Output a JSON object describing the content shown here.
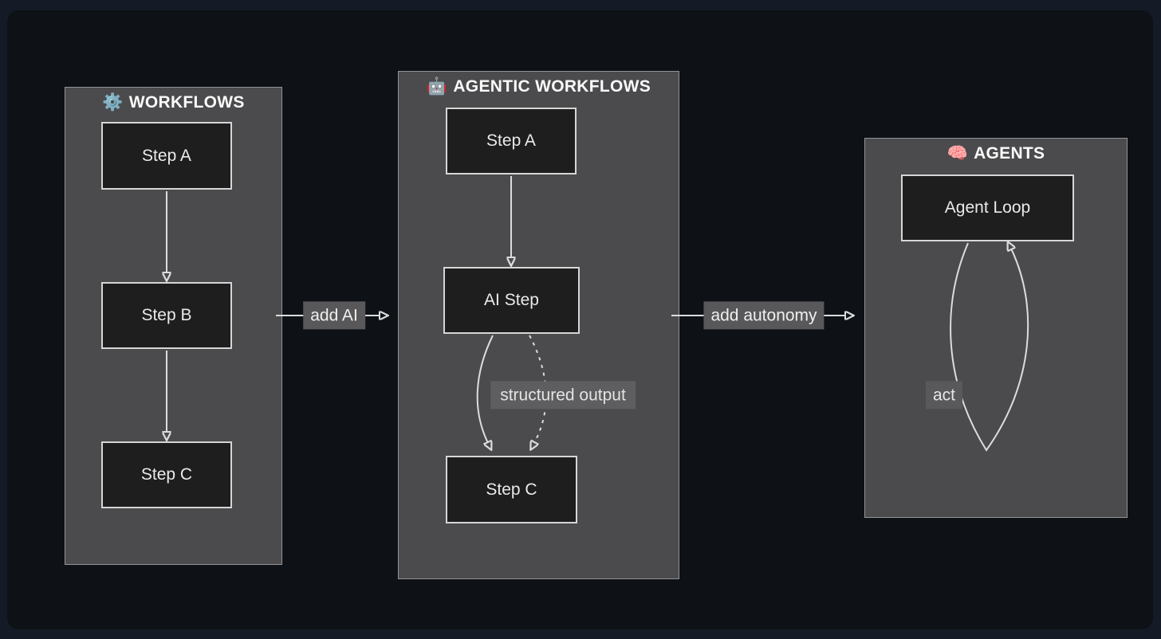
{
  "diagram": {
    "panels": [
      {
        "title": "WORKFLOWS",
        "icon": "⚙️",
        "boxes": [
          {
            "label": "Step A"
          },
          {
            "label": "Step B"
          },
          {
            "label": "Step C"
          }
        ]
      },
      {
        "title": "AGENTIC WORKFLOWS",
        "icon": "🤖",
        "boxes": [
          {
            "label": "Step A"
          },
          {
            "label": "AI Step"
          },
          {
            "label": "Step C"
          }
        ],
        "edge_label": "structured output"
      },
      {
        "title": "AGENTS",
        "icon": "🧠",
        "boxes": [
          {
            "label": "Agent Loop"
          }
        ],
        "edge_label": "act"
      }
    ],
    "connectors": [
      {
        "label": "add AI"
      },
      {
        "label": "add autonomy"
      }
    ],
    "colors": {
      "outer_background": "#151b26",
      "card_background": "#0e1217",
      "panel_background": "#4b4b4d",
      "node_background": "#1e1e1f",
      "node_border": "#d6d6d6",
      "arrow": "#dcdcdc",
      "label_background": "#58585a",
      "title_text": "#fafafa",
      "node_text": "#eaeaea"
    }
  }
}
